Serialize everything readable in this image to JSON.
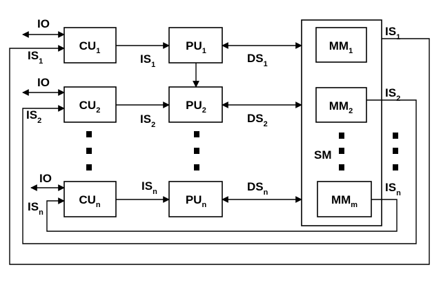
{
  "diagram": {
    "cu": [
      {
        "main": "CU",
        "sub": "1"
      },
      {
        "main": "CU",
        "sub": "2"
      },
      {
        "main": "CU",
        "sub": "n"
      }
    ],
    "pu": [
      {
        "main": "PU",
        "sub": "1"
      },
      {
        "main": "PU",
        "sub": "2"
      },
      {
        "main": "PU",
        "sub": "n"
      }
    ],
    "mm": [
      {
        "main": "MM",
        "sub": "1"
      },
      {
        "main": "MM",
        "sub": "2"
      },
      {
        "main": "MM",
        "sub": "m"
      }
    ],
    "sm": "SM",
    "io": [
      "IO",
      "IO",
      "IO"
    ],
    "is_left": [
      {
        "main": "IS",
        "sub": "1"
      },
      {
        "main": "IS",
        "sub": "2"
      },
      {
        "main": "IS",
        "sub": "n"
      }
    ],
    "is_cu_pu": [
      {
        "main": "IS",
        "sub": "1"
      },
      {
        "main": "IS",
        "sub": "2"
      },
      {
        "main": "IS",
        "sub": "n"
      }
    ],
    "ds": [
      {
        "main": "DS",
        "sub": "1"
      },
      {
        "main": "DS",
        "sub": "2"
      },
      {
        "main": "DS",
        "sub": "n"
      }
    ],
    "is_right": [
      {
        "main": "IS",
        "sub": "1"
      },
      {
        "main": "IS",
        "sub": "2"
      },
      {
        "main": "IS",
        "sub": "n"
      }
    ]
  }
}
